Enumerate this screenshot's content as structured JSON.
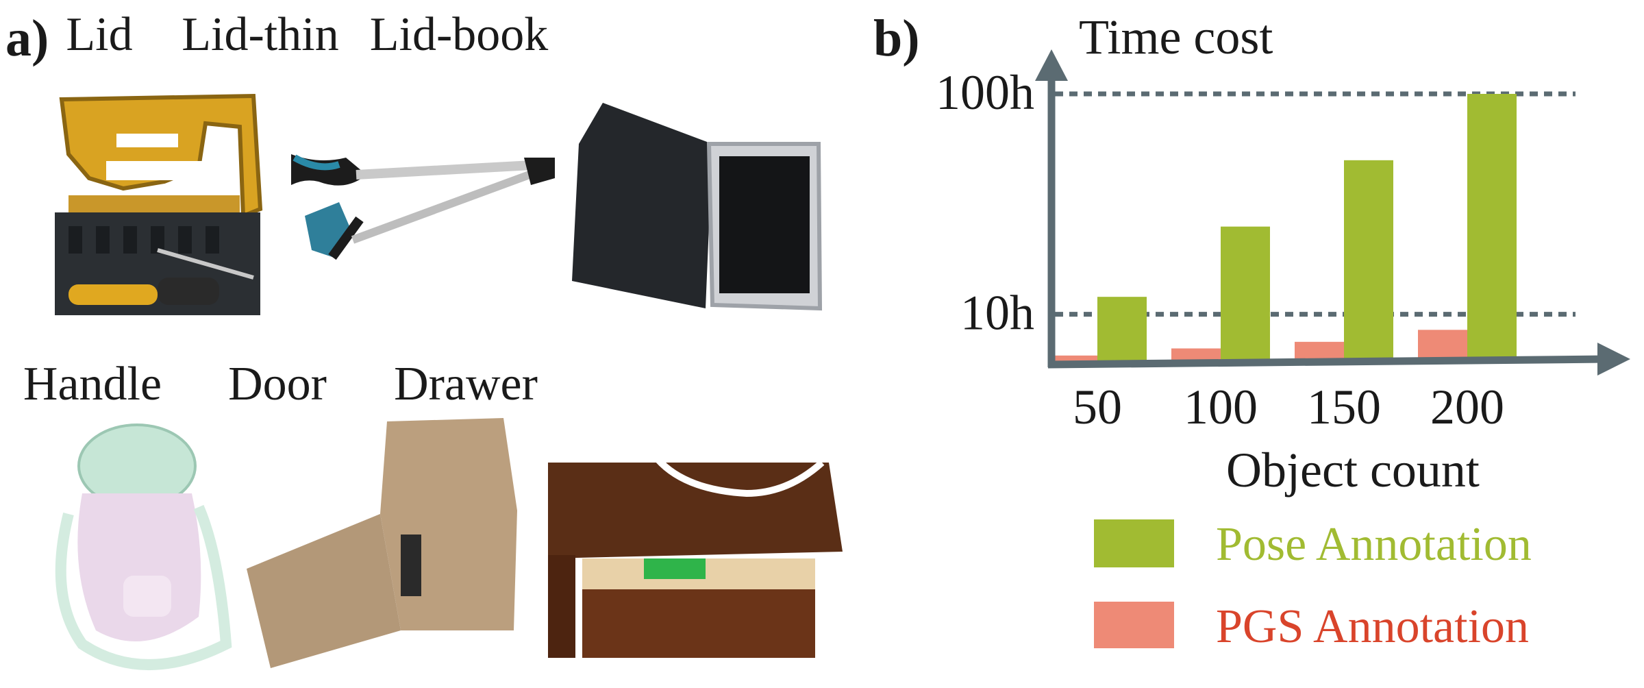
{
  "panel_a": {
    "label": "a)",
    "objects": [
      {
        "title": "Lid"
      },
      {
        "title": "Lid-thin"
      },
      {
        "title": "Lid-book"
      },
      {
        "title": "Handle"
      },
      {
        "title": "Door"
      },
      {
        "title": "Drawer"
      }
    ]
  },
  "panel_b": {
    "label": "b)"
  },
  "chart_data": {
    "type": "bar",
    "title": "Time cost",
    "xlabel": "Object count",
    "ylabel": "",
    "categories": [
      "50",
      "100",
      "150",
      "200"
    ],
    "y_scale": "log",
    "y_ticks": [
      {
        "value": 10,
        "label": "10h"
      },
      {
        "value": 100,
        "label": "100h"
      }
    ],
    "ylim": [
      6,
      140
    ],
    "reference_lines": [
      10,
      100
    ],
    "series": [
      {
        "name": "PGS Annotation",
        "color": "#ee8a76",
        "values": [
          6.5,
          7.0,
          7.5,
          8.5
        ]
      },
      {
        "name": "Pose Annotation",
        "color": "#a1bb32",
        "values": [
          12.0,
          25.0,
          50.0,
          100.0
        ]
      }
    ],
    "legend": {
      "placement": "bottom",
      "entries": [
        {
          "label": "Pose Annotation",
          "color": "#a1bb32",
          "text_color": "#a1bb32"
        },
        {
          "label": "PGS Annotation",
          "color": "#ee8a76",
          "text_color": "#d9442b"
        }
      ]
    },
    "axis_color": "#5b6b72",
    "grid": false
  }
}
